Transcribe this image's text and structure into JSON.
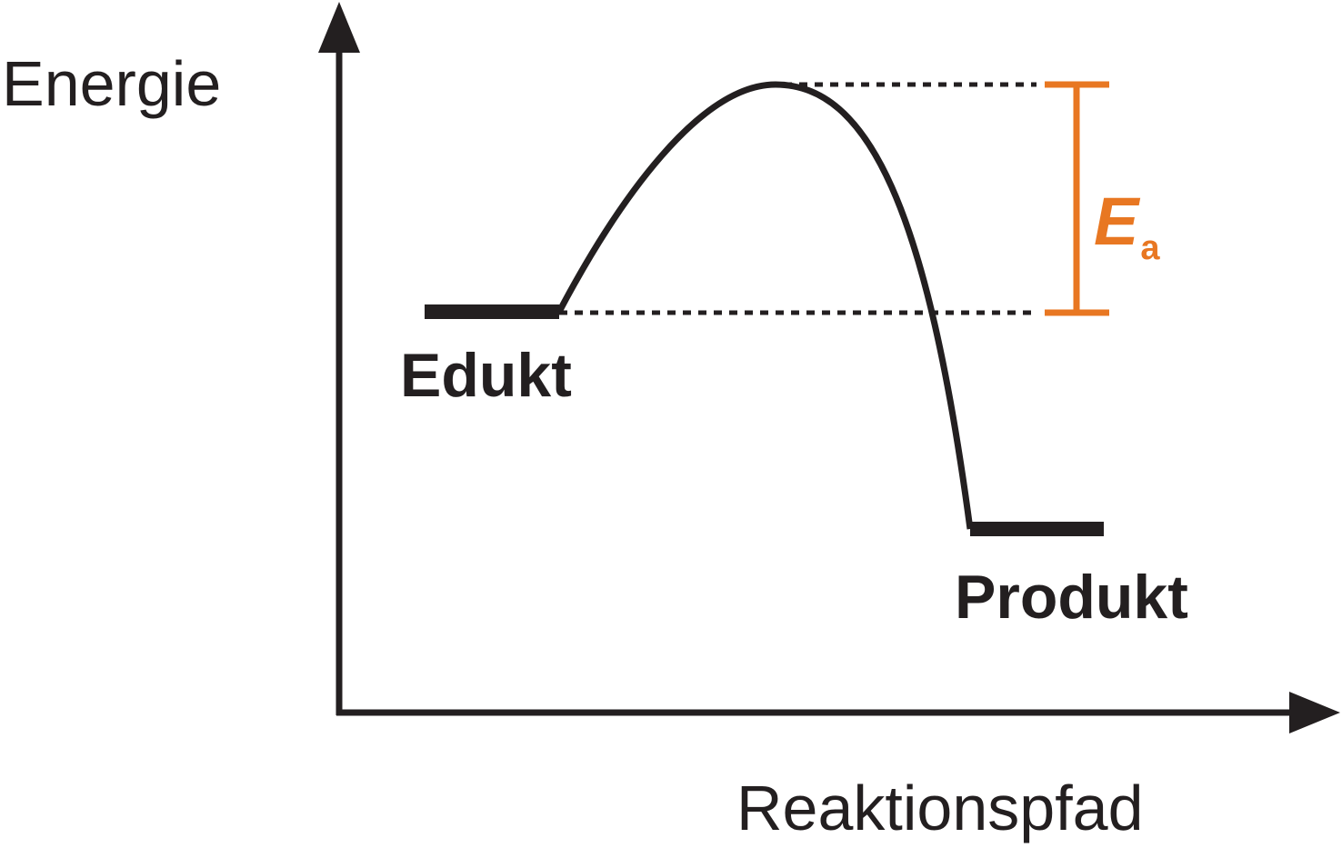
{
  "axes": {
    "y_label": "Energie",
    "x_label": "Reaktionspfad"
  },
  "states": {
    "reactant_label": "Edukt",
    "product_label": "Produkt"
  },
  "activation_energy": {
    "symbol": "E",
    "subscript": "a"
  },
  "colors": {
    "ink": "#231f20",
    "accent": "#e87722"
  }
}
